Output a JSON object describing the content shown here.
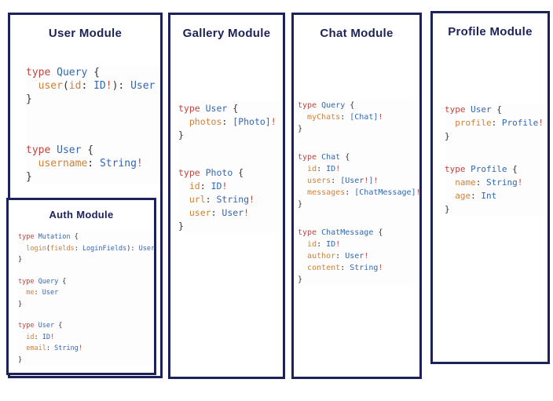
{
  "colors": {
    "navy": "#1d2259",
    "keyword": "#bd4540",
    "type": "#3267b1",
    "property": "#d08138",
    "punct": "#333333"
  },
  "modules": [
    {
      "id": "user",
      "title": "User Module",
      "blocks": [
        {
          "lines": [
            [
              [
                "k",
                "type "
              ],
              [
                "t",
                "Query"
              ],
              [
                "d",
                " {"
              ]
            ],
            [
              [
                "d",
                "  "
              ],
              [
                "p",
                "user"
              ],
              [
                "d",
                "("
              ],
              [
                "p",
                "id"
              ],
              [
                "d",
                ": "
              ],
              [
                "t",
                "ID"
              ],
              [
                "k",
                "!"
              ],
              [
                "d",
                "): "
              ],
              [
                "t",
                "User"
              ]
            ],
            [
              [
                "d",
                "}"
              ]
            ]
          ]
        },
        {
          "lines": [
            [
              [
                "k",
                "type "
              ],
              [
                "t",
                "User"
              ],
              [
                "d",
                " {"
              ]
            ],
            [
              [
                "d",
                "  "
              ],
              [
                "p",
                "username"
              ],
              [
                "d",
                ": "
              ],
              [
                "t",
                "String"
              ],
              [
                "k",
                "!"
              ]
            ],
            [
              [
                "d",
                "}"
              ]
            ]
          ]
        }
      ]
    },
    {
      "id": "auth",
      "title": "Auth Module",
      "blocks": [
        {
          "lines": [
            [
              [
                "k",
                "type "
              ],
              [
                "t",
                "Mutation"
              ],
              [
                "d",
                " {"
              ]
            ],
            [
              [
                "d",
                "  "
              ],
              [
                "p",
                "login"
              ],
              [
                "d",
                "("
              ],
              [
                "p",
                "fields"
              ],
              [
                "d",
                ": "
              ],
              [
                "t",
                "LoginFields"
              ],
              [
                "d",
                "): "
              ],
              [
                "t",
                "User"
              ]
            ],
            [
              [
                "d",
                "}"
              ]
            ]
          ]
        },
        {
          "lines": [
            [
              [
                "k",
                "type "
              ],
              [
                "t",
                "Query"
              ],
              [
                "d",
                " {"
              ]
            ],
            [
              [
                "d",
                "  "
              ],
              [
                "p",
                "me"
              ],
              [
                "d",
                ": "
              ],
              [
                "t",
                "User"
              ]
            ],
            [
              [
                "d",
                "}"
              ]
            ]
          ]
        },
        {
          "lines": [
            [
              [
                "k",
                "type "
              ],
              [
                "t",
                "User"
              ],
              [
                "d",
                " {"
              ]
            ],
            [
              [
                "d",
                "  "
              ],
              [
                "p",
                "id"
              ],
              [
                "d",
                ": "
              ],
              [
                "t",
                "ID"
              ],
              [
                "k",
                "!"
              ]
            ],
            [
              [
                "d",
                "  "
              ],
              [
                "p",
                "email"
              ],
              [
                "d",
                ": "
              ],
              [
                "t",
                "String"
              ],
              [
                "k",
                "!"
              ]
            ],
            [
              [
                "d",
                "}"
              ]
            ]
          ]
        }
      ]
    },
    {
      "id": "gallery",
      "title": "Gallery Module",
      "blocks": [
        {
          "lines": [
            [
              [
                "k",
                "type "
              ],
              [
                "t",
                "User"
              ],
              [
                "d",
                " {"
              ]
            ],
            [
              [
                "d",
                "  "
              ],
              [
                "p",
                "photos"
              ],
              [
                "d",
                ": "
              ],
              [
                "t",
                "[Photo]"
              ],
              [
                "k",
                "!"
              ]
            ],
            [
              [
                "d",
                "}"
              ]
            ]
          ]
        },
        {
          "lines": [
            [
              [
                "k",
                "type "
              ],
              [
                "t",
                "Photo"
              ],
              [
                "d",
                " {"
              ]
            ],
            [
              [
                "d",
                "  "
              ],
              [
                "p",
                "id"
              ],
              [
                "d",
                ": "
              ],
              [
                "t",
                "ID"
              ],
              [
                "k",
                "!"
              ]
            ],
            [
              [
                "d",
                "  "
              ],
              [
                "p",
                "url"
              ],
              [
                "d",
                ": "
              ],
              [
                "t",
                "String"
              ],
              [
                "k",
                "!"
              ]
            ],
            [
              [
                "d",
                "  "
              ],
              [
                "p",
                "user"
              ],
              [
                "d",
                ": "
              ],
              [
                "t",
                "User"
              ],
              [
                "k",
                "!"
              ]
            ],
            [
              [
                "d",
                "}"
              ]
            ]
          ]
        }
      ]
    },
    {
      "id": "chat",
      "title": "Chat Module",
      "blocks": [
        {
          "lines": [
            [
              [
                "k",
                "type "
              ],
              [
                "t",
                "Query"
              ],
              [
                "d",
                " {"
              ]
            ],
            [
              [
                "d",
                "  "
              ],
              [
                "p",
                "myChats"
              ],
              [
                "d",
                ": "
              ],
              [
                "t",
                "[Chat]"
              ],
              [
                "k",
                "!"
              ]
            ],
            [
              [
                "d",
                "}"
              ]
            ]
          ]
        },
        {
          "lines": [
            [
              [
                "k",
                "type "
              ],
              [
                "t",
                "Chat"
              ],
              [
                "d",
                " {"
              ]
            ],
            [
              [
                "d",
                "  "
              ],
              [
                "p",
                "id"
              ],
              [
                "d",
                ": "
              ],
              [
                "t",
                "ID"
              ],
              [
                "k",
                "!"
              ]
            ],
            [
              [
                "d",
                "  "
              ],
              [
                "p",
                "users"
              ],
              [
                "d",
                ": "
              ],
              [
                "t",
                "[User"
              ],
              [
                "k",
                "!"
              ],
              [
                "t",
                "]"
              ],
              [
                "k",
                "!"
              ]
            ],
            [
              [
                "d",
                "  "
              ],
              [
                "p",
                "messages"
              ],
              [
                "d",
                ": "
              ],
              [
                "t",
                "[ChatMessage]"
              ],
              [
                "k",
                "!"
              ]
            ],
            [
              [
                "d",
                "}"
              ]
            ]
          ]
        },
        {
          "lines": [
            [
              [
                "k",
                "type "
              ],
              [
                "t",
                "ChatMessage"
              ],
              [
                "d",
                " {"
              ]
            ],
            [
              [
                "d",
                "  "
              ],
              [
                "p",
                "id"
              ],
              [
                "d",
                ": "
              ],
              [
                "t",
                "ID"
              ],
              [
                "k",
                "!"
              ]
            ],
            [
              [
                "d",
                "  "
              ],
              [
                "p",
                "author"
              ],
              [
                "d",
                ": "
              ],
              [
                "t",
                "User"
              ],
              [
                "k",
                "!"
              ]
            ],
            [
              [
                "d",
                "  "
              ],
              [
                "p",
                "content"
              ],
              [
                "d",
                ": "
              ],
              [
                "t",
                "String"
              ],
              [
                "k",
                "!"
              ]
            ],
            [
              [
                "d",
                "}"
              ]
            ]
          ]
        }
      ]
    },
    {
      "id": "profile",
      "title": "Profile Module",
      "blocks": [
        {
          "lines": [
            [
              [
                "k",
                "type "
              ],
              [
                "t",
                "User"
              ],
              [
                "d",
                " {"
              ]
            ],
            [
              [
                "d",
                "  "
              ],
              [
                "p",
                "profile"
              ],
              [
                "d",
                ": "
              ],
              [
                "t",
                "Profile"
              ],
              [
                "k",
                "!"
              ]
            ],
            [
              [
                "d",
                "}"
              ]
            ]
          ]
        },
        {
          "lines": [
            [
              [
                "k",
                "type "
              ],
              [
                "t",
                "Profile"
              ],
              [
                "d",
                " {"
              ]
            ],
            [
              [
                "d",
                "  "
              ],
              [
                "p",
                "name"
              ],
              [
                "d",
                ": "
              ],
              [
                "t",
                "String"
              ],
              [
                "k",
                "!"
              ]
            ],
            [
              [
                "d",
                "  "
              ],
              [
                "p",
                "age"
              ],
              [
                "d",
                ": "
              ],
              [
                "t",
                "Int"
              ]
            ],
            [
              [
                "d",
                "}"
              ]
            ]
          ]
        }
      ]
    }
  ]
}
